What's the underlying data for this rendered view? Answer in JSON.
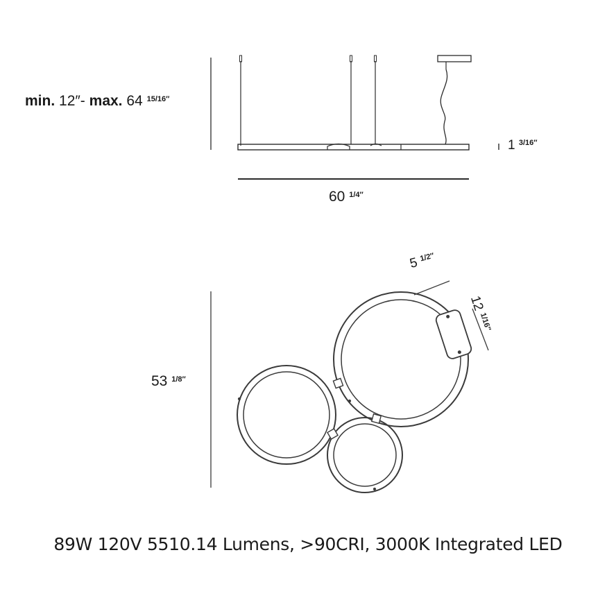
{
  "elevation": {
    "drop_min_word": "min.",
    "drop_min_value": "12″-",
    "drop_max_word": "max.",
    "drop_max_value": "64",
    "drop_max_fraction": "15/16″",
    "length_value": "60",
    "length_fraction": "1/4″",
    "thickness_value": "1",
    "thickness_fraction": "3/16″"
  },
  "plan": {
    "height_value": "53",
    "height_fraction": "1/8″",
    "ring_width_value": "5",
    "ring_width_fraction": "1/2″",
    "canopy_value": "12",
    "canopy_fraction": "1/16″"
  },
  "specs": "89W 120V 5510.14 Lumens, >90CRI, 3000K Integrated LED",
  "colors": {
    "line": "#2b2b2b",
    "ring": "#3a3a3a"
  }
}
